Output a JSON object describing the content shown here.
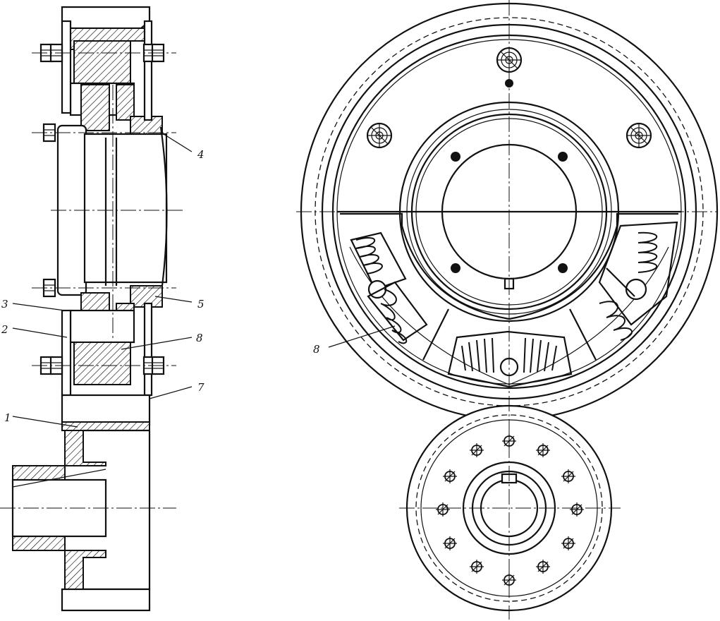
{
  "labels": {
    "l1": "1",
    "l2": "2",
    "l3": "3",
    "l4": "4",
    "l5": "5",
    "l7": "7",
    "l8a": "8",
    "l8b": "8"
  },
  "colors": {
    "ink": "#111111",
    "paper": "#ffffff"
  }
}
